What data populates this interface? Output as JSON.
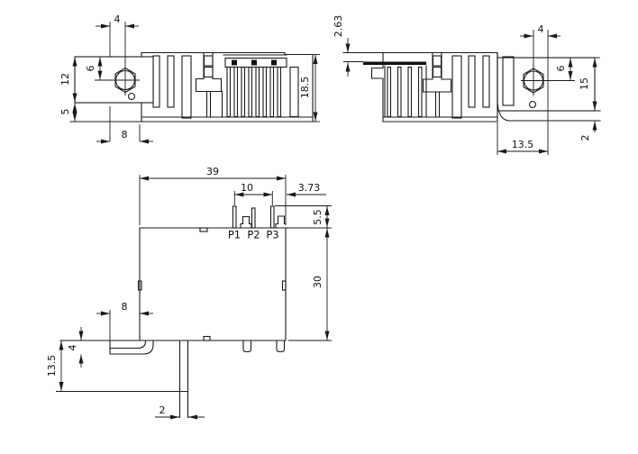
{
  "drawing_title": "relay-dimension-drawing",
  "views": {
    "side_left": {
      "dims": {
        "w4": "4",
        "h6": "6",
        "h12": "12",
        "h5": "5",
        "w8": "8",
        "h18_5": "18.5"
      }
    },
    "side_right": {
      "dims": {
        "t2_63": "2.63",
        "w4": "4",
        "h6": "6",
        "h15": "15",
        "w13_5": "13.5",
        "h2": "2"
      }
    },
    "front": {
      "dims": {
        "w39": "39",
        "w10": "10",
        "w3_73": "3.73",
        "h5_5": "5.5",
        "h30": "30",
        "w8": "8",
        "h4": "4",
        "h13_5": "13.5",
        "w2": "2"
      },
      "pins": [
        "P1",
        "P2",
        "P3"
      ]
    }
  }
}
